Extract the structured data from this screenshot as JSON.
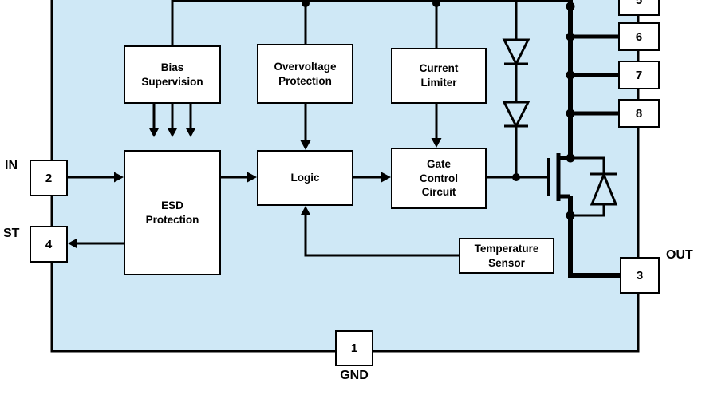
{
  "colors": {
    "page-bg": "#ffffff",
    "ic-fill": "#cfe8f6",
    "box-fill": "#ffffff",
    "line": "#000000",
    "text": "#000000"
  },
  "blocks": [
    {
      "id": "bias-supervision",
      "label": "Bias\nSupervision"
    },
    {
      "id": "overvoltage-protection",
      "label": "Overvoltage\nProtection"
    },
    {
      "id": "current-limiter",
      "label": "Current\nLimiter"
    },
    {
      "id": "esd-protection",
      "label": "ESD\nProtection"
    },
    {
      "id": "logic",
      "label": "Logic"
    },
    {
      "id": "gate-control-circuit",
      "label": "Gate\nControl\nCircuit"
    },
    {
      "id": "temperature-sensor",
      "label": "Temperature\nSensor"
    }
  ],
  "pins": [
    {
      "number": "5"
    },
    {
      "number": "6"
    },
    {
      "number": "7"
    },
    {
      "number": "8"
    },
    {
      "number": "2"
    },
    {
      "number": "4"
    },
    {
      "number": "3"
    },
    {
      "number": "1"
    }
  ],
  "labels": {
    "in": "IN",
    "st": "ST",
    "out": "OUT",
    "gnd": "GND"
  },
  "symbols": {
    "mosfet": "power-mosfet",
    "body_diode": "body-diode",
    "clamp_diode_upper": "clamp-diode",
    "clamp_diode_lower": "clamp-diode"
  }
}
